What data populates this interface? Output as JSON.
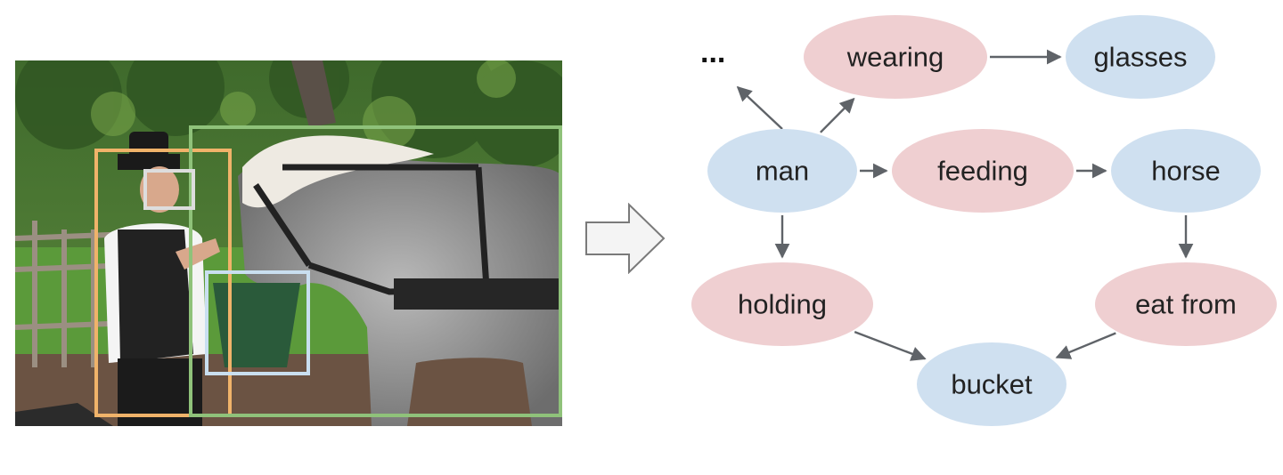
{
  "colors": {
    "object_node": "#cfe0f0",
    "relation_node": "#efcfd1",
    "edge": "#5f6368",
    "box_man": "#f0b36a",
    "box_horse": "#8fc27a",
    "box_glasses": "#dddddd",
    "box_bucket": "#c9dff0"
  },
  "photo": {
    "regions": [
      {
        "id": "man",
        "color": "#f0b36a"
      },
      {
        "id": "horse",
        "color": "#8fc27a"
      },
      {
        "id": "glasses",
        "color": "#dddddd"
      },
      {
        "id": "bucket",
        "color": "#c9dff0"
      }
    ]
  },
  "transition_icon": "right-arrow-icon",
  "graph": {
    "ellipsis": "...",
    "nodes": {
      "wearing": {
        "label": "wearing",
        "kind": "relation"
      },
      "glasses": {
        "label": "glasses",
        "kind": "object"
      },
      "man": {
        "label": "man",
        "kind": "object"
      },
      "feeding": {
        "label": "feeding",
        "kind": "relation"
      },
      "horse": {
        "label": "horse",
        "kind": "object"
      },
      "holding": {
        "label": "holding",
        "kind": "relation"
      },
      "eat_from": {
        "label": "eat from",
        "kind": "relation"
      },
      "bucket": {
        "label": "bucket",
        "kind": "object"
      }
    },
    "edges": [
      {
        "from": "man",
        "to": "wearing"
      },
      {
        "from": "wearing",
        "to": "glasses"
      },
      {
        "from": "man",
        "to": "feeding"
      },
      {
        "from": "feeding",
        "to": "horse"
      },
      {
        "from": "man",
        "to": "holding"
      },
      {
        "from": "horse",
        "to": "eat_from"
      },
      {
        "from": "holding",
        "to": "bucket"
      },
      {
        "from": "eat_from",
        "to": "bucket"
      },
      {
        "from": "man",
        "to": "ellipsis"
      }
    ]
  }
}
